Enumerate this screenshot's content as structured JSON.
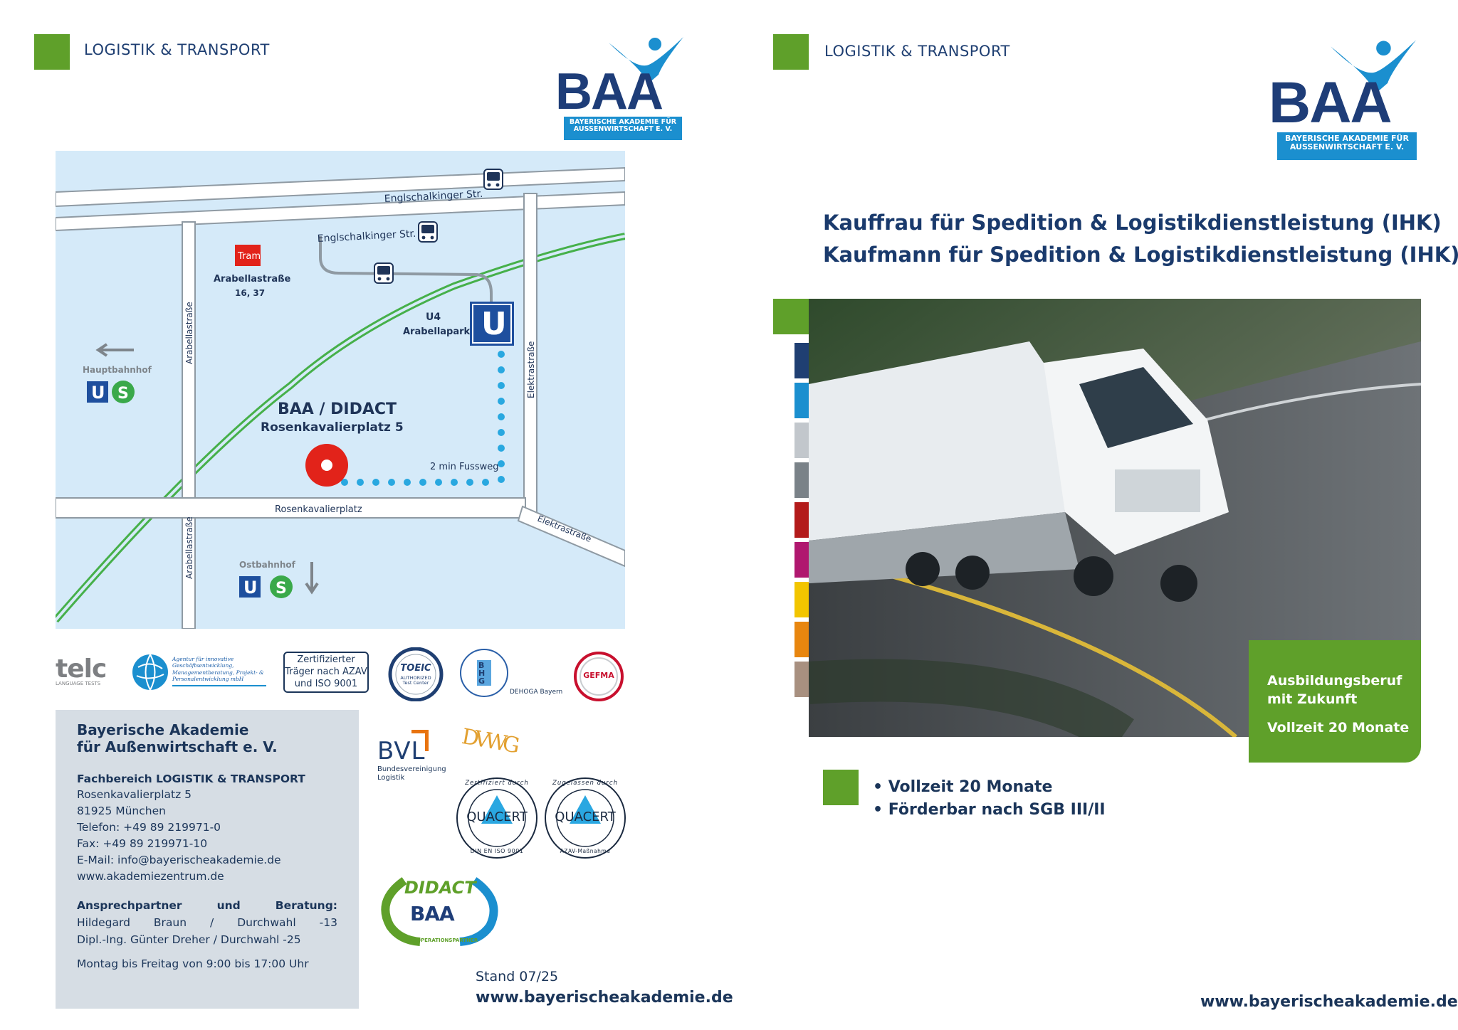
{
  "left_page": {
    "section_label": "LOGISTIK & TRANSPORT",
    "logo": {
      "letters": "BAA",
      "tag_line1": "BAYERISCHE AKADEMIE FÜR",
      "tag_line2": "AUSSENWIRTSCHAFT E. V."
    },
    "map": {
      "street_top": "Englschalkinger Str.",
      "street_mid": "Englschalkinger Str.",
      "tram_badge": "Tram",
      "tram_stop": "Arabellastraße",
      "tram_lines": "16, 37",
      "u4_line": "U4",
      "u4_station": "Arabellapark",
      "u_sign": "U",
      "s_sign": "S",
      "hbf": "Hauptbahnhof",
      "ostbahnhof": "Ostbahnhof",
      "arabellastrasse_upper": "Arabellastraße",
      "arabellastrasse_lower": "Arabellastraße",
      "elektrastrasse_vertical": "Elektrastraße",
      "elektrastrasse_diag": "Elektrastraße",
      "rosenkavalierplatz": "Rosenkavalierplatz",
      "location_name": "BAA / DIDACT",
      "location_address": "Rosenkavalierplatz 5",
      "walk": "2 min Fussweg"
    },
    "certs": {
      "telc": "telc",
      "telc_sub": "LANGUAGE TESTS",
      "agentur_text": "Agentur für innovative Geschäftsentwicklung, Managementberatung, Projekt- & Personalentwicklung mbH",
      "azav_line1": "Zertifizierter",
      "azav_line2": "Träger nach AZAV",
      "azav_line3": "und ISO 9001",
      "toeic": "TOEIC",
      "toeic_sub": "AUTHORIZED Test Center",
      "bhg": "BHG",
      "dehoga": "DEHOGA Bayern",
      "gefma": "GEFMA",
      "bvl": "BVL",
      "bvl_sub1": "Bundesvereinigung",
      "bvl_sub2": "Logistik",
      "dvwg": "DVWG",
      "quacert": "QUACERT",
      "quacert_ring1_top": "Zertifiziert durch",
      "quacert_ring1_bottom": "DIN EN ISO 9001",
      "quacert_ring2_top": "Zugelassen durch",
      "quacert_ring2_bottom": "AZAV-Maßnahme",
      "didact": "DIDACT",
      "didact_baa": "BAA",
      "kooperation": "KOOPERATIONSPARTNER"
    },
    "address": {
      "org_line1": "Bayerische Akademie",
      "org_line2": "für Außenwirtschaft e. V.",
      "dept": "Fachbereich LOGISTIK & TRANSPORT",
      "street": "Rosenkavalierplatz 5",
      "city": "81925  München",
      "phone": "Telefon:  +49 89 219971-0",
      "fax": "Fax:        +49 89 219971-10",
      "email": "E-Mail:   info@bayerischeakademie.de",
      "web": "www.akademiezentrum.de",
      "contact_w1": "Ansprechpartner",
      "contact_w2": "und",
      "contact_w3": "Beratung:",
      "contact1_a": "Hildegard",
      "contact1_b": "Braun",
      "contact1_c": "/",
      "contact1_d": "Durchwahl",
      "contact1_e": "-13",
      "contact2": "Dipl.-Ing. Günter Dreher / Durchwahl -25",
      "hours": "Montag bis Freitag von 9:00 bis 17:00 Uhr"
    },
    "stand": "Stand 07/25",
    "url": "www.bayerischeakademie.de"
  },
  "right_page": {
    "section_label": "LOGISTIK & TRANSPORT",
    "title_line1": "Kauffrau für Spedition & Logistikdienstleistung (IHK)",
    "title_line2": "Kaufmann für Spedition & Logistikdienstleistung (IHK)",
    "badge_line1": "Ausbildungsberuf",
    "badge_line2": "mit Zukunft",
    "badge_line3": "Vollzeit 20 Monate",
    "bullets": [
      "• Vollzeit 20 Monate",
      "• Förderbar nach SGB III/II"
    ],
    "url": "www.bayerischeakademie.de",
    "strip_colors": [
      "#1f3f72",
      "#1b8fcf",
      "#c2c7cc",
      "#7a8288",
      "#b31b1b",
      "#b0176f",
      "#f2c500",
      "#e8860f",
      "#a89080"
    ]
  }
}
